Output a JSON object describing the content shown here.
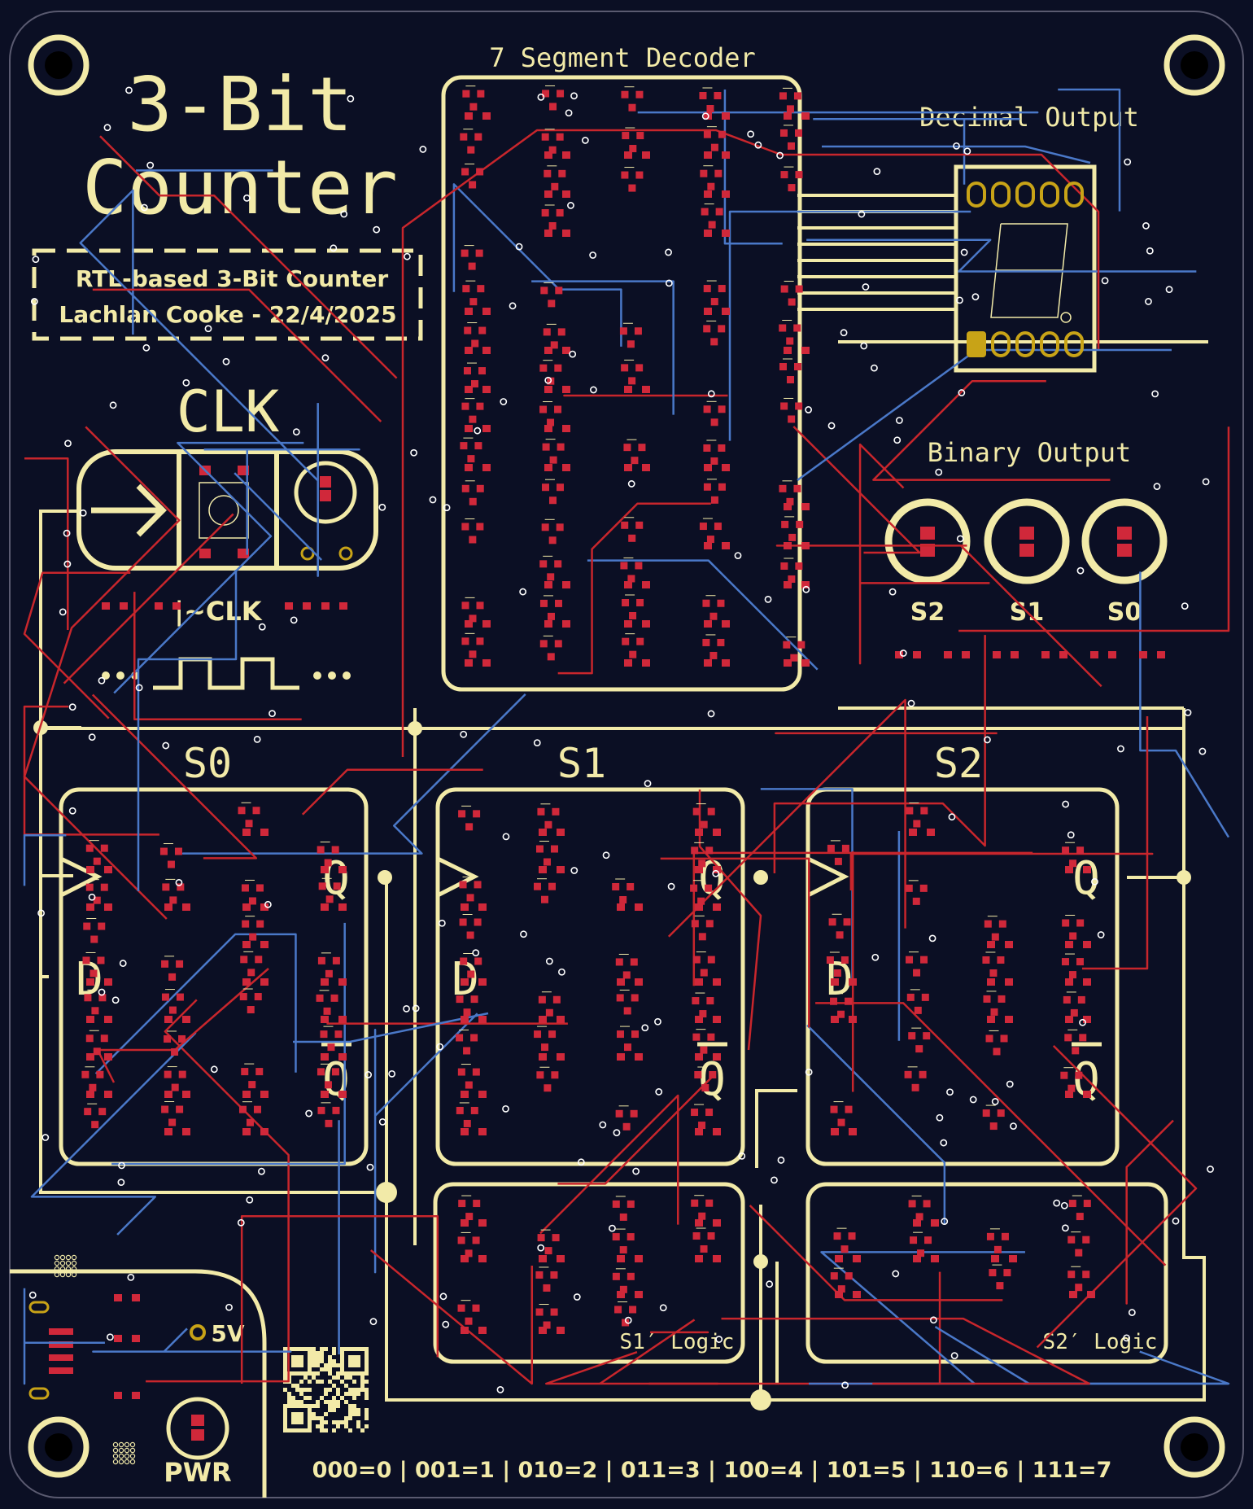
{
  "board": {
    "title_line1": "3-Bit",
    "title_line2": "Counter",
    "subtitle_line1": "RTL-based 3-Bit Counter",
    "subtitle_line2": "Lachlan Cooke - 22/4/2025",
    "clk_label": "CLK",
    "not_clk_label": "|~CLK",
    "decoder_label": "7 Segment Decoder",
    "decimal_output_label": "Decimal Output",
    "binary_output_label": "Binary Output",
    "led_labels": [
      "S2",
      "S1",
      "S0"
    ],
    "flipflop_titles": [
      "S0",
      "S1",
      "S2"
    ],
    "pin_q": "Q",
    "pin_qbar": "Q",
    "pin_d": "D",
    "s1_logic_label": "S1′ Logic",
    "s2_logic_label": "S2′ Logic",
    "power_label": "5V",
    "pwr_label": "PWR",
    "truth_table": "000=0 | 001=1 | 010=2 | 011=3 | 100=4 | 101=5 | 110=6 | 111=7"
  },
  "colors": {
    "board": "#0b0f24",
    "silkscreen": "#f2eaa8",
    "front_copper": "#c8262c",
    "back_copper": "#4a78c8",
    "pad": "#d0283a",
    "via": "#ffffff",
    "gold_pad": "#c8a317"
  }
}
